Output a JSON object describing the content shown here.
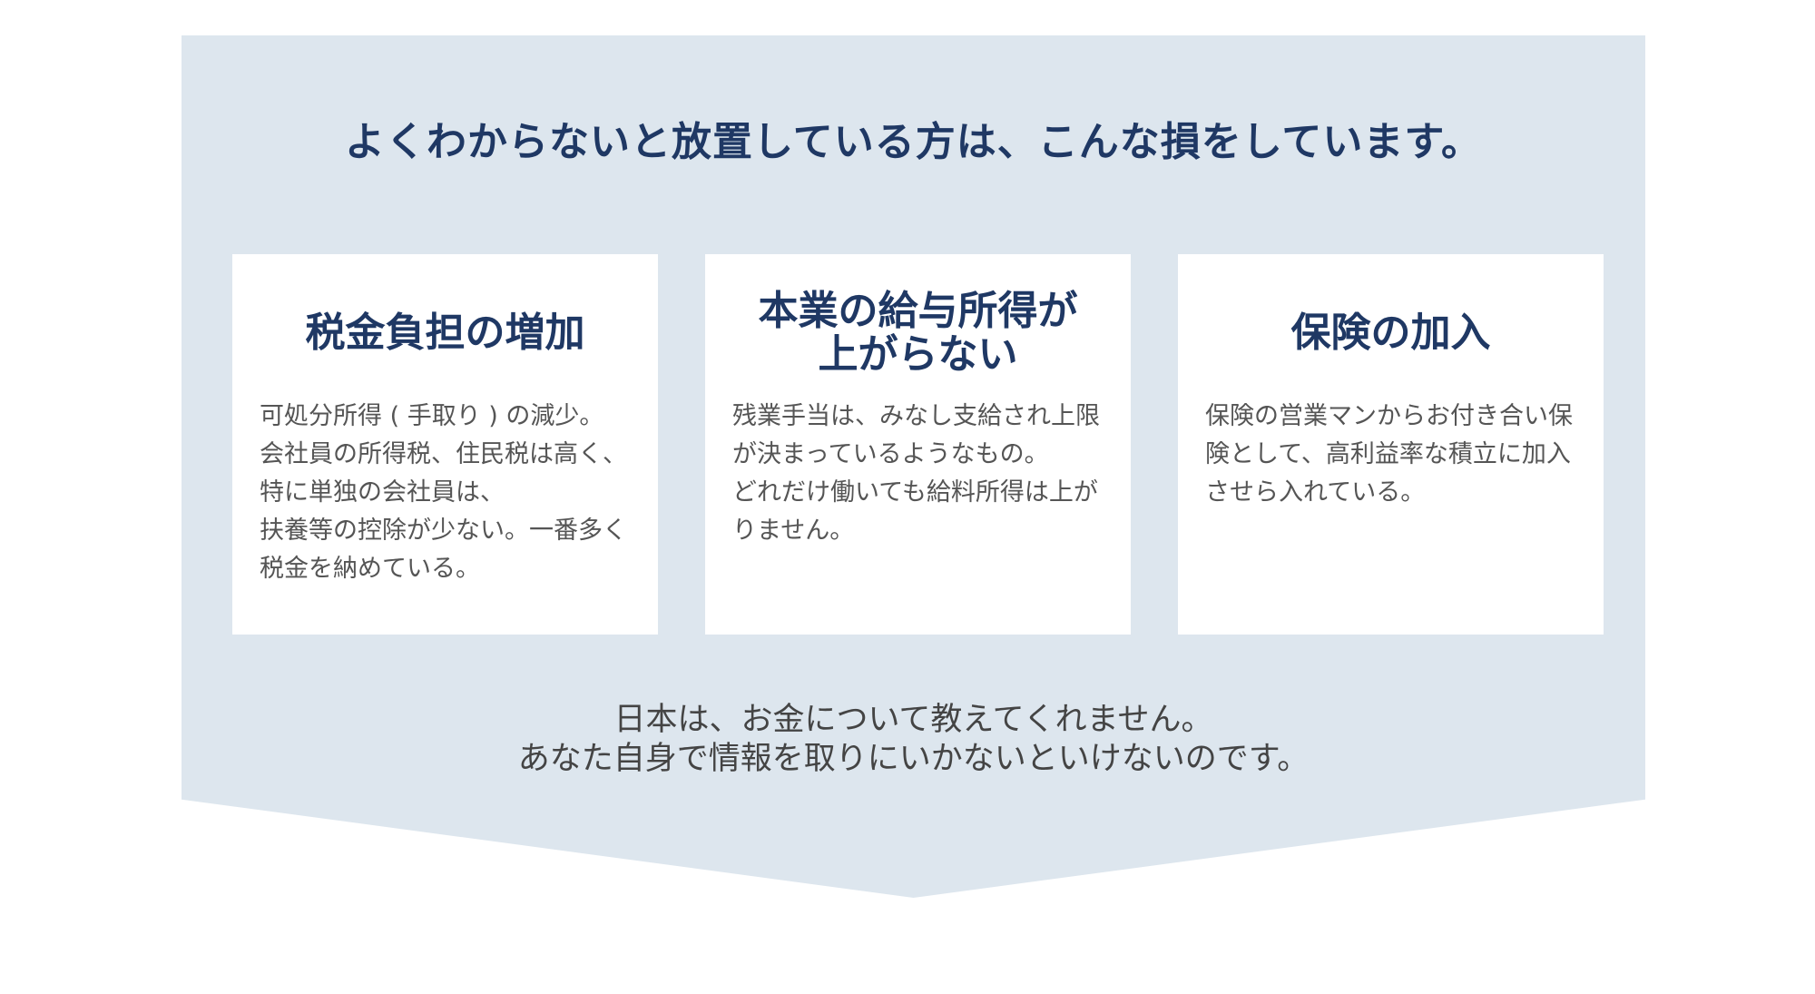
{
  "headline": "よくわからないと放置している方は、こんな損をしています。",
  "cards": [
    {
      "title": "税金負担の増加",
      "body": "可処分所得 ( 手取り ) の減少。\n会社員の所得税、住民税は高く、\n特に単独の会社員は、\n扶養等の控除が少ない。一番多く税金を納めている。"
    },
    {
      "title": "本業の給与所得が\n上がらない",
      "body": "残業手当は、みなし支給され上限が決まっているようなもの。\nどれだけ働いても給料所得は上がりません。"
    },
    {
      "title": "保険の加入",
      "body": "保険の営業マンからお付き合い保険として、高利益率な積立に加入させら入れている。"
    }
  ],
  "closing": "日本は、お金について教えてくれません。\nあなた自身で情報を取りにいかないといけないのです。",
  "colors": {
    "panel": "#dde6ee",
    "heading": "#1f3864",
    "body_text": "#555555"
  }
}
